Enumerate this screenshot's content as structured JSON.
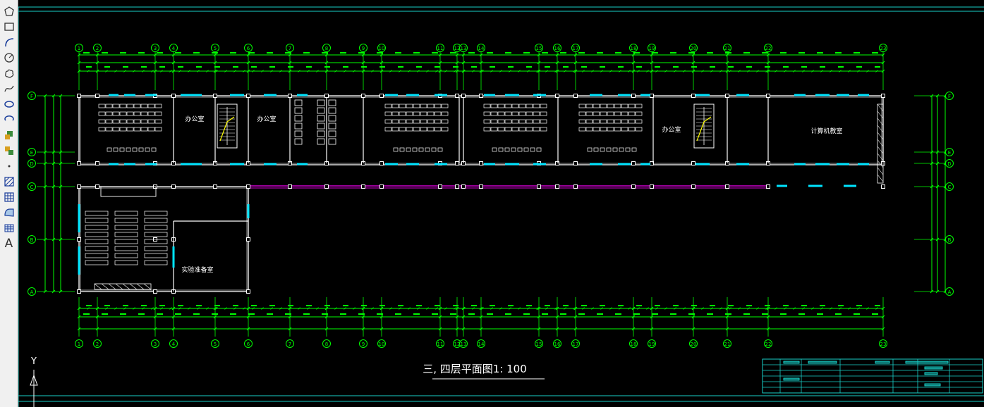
{
  "toolbar": {
    "tools": [
      {
        "name": "polygon-icon"
      },
      {
        "name": "rectangle-icon"
      },
      {
        "name": "arc-icon"
      },
      {
        "name": "circle-icon"
      },
      {
        "name": "revision-cloud-icon"
      },
      {
        "name": "spline-icon"
      },
      {
        "name": "ellipse-icon"
      },
      {
        "name": "ellipse-arc-icon"
      },
      {
        "name": "insert-block-icon"
      },
      {
        "name": "make-block-icon"
      },
      {
        "name": "point-icon"
      },
      {
        "name": "hatch-icon"
      },
      {
        "name": "gradient-icon"
      },
      {
        "name": "region-icon"
      },
      {
        "name": "table-icon"
      },
      {
        "name": "text-icon",
        "glyph": "A"
      }
    ]
  },
  "drawing": {
    "title": "三, 四层平面图1: 100",
    "grid_columns": [
      "1",
      "2",
      "3",
      "4",
      "5",
      "6",
      "7",
      "8",
      "9",
      "10",
      "11",
      "12",
      "13",
      "14",
      "15",
      "16",
      "17",
      "18",
      "19",
      "20",
      "21",
      "22",
      "23"
    ],
    "grid_rows": [
      "F",
      "E",
      "D",
      "C",
      "B",
      "A"
    ],
    "rooms": {
      "office_1": "办公室",
      "office_2": "办公室",
      "office_3": "办公室",
      "computer_room": "计算机教室",
      "lab_room": "实验准备室"
    },
    "ucs_y": "Y",
    "colors": {
      "background": "#000000",
      "dim_lines": "#00ff00",
      "walls": "#ffffff",
      "windows": "#00e5ff",
      "border": "#18d0c8",
      "corridor": "#d000d0",
      "stair": "#ffff00"
    }
  }
}
